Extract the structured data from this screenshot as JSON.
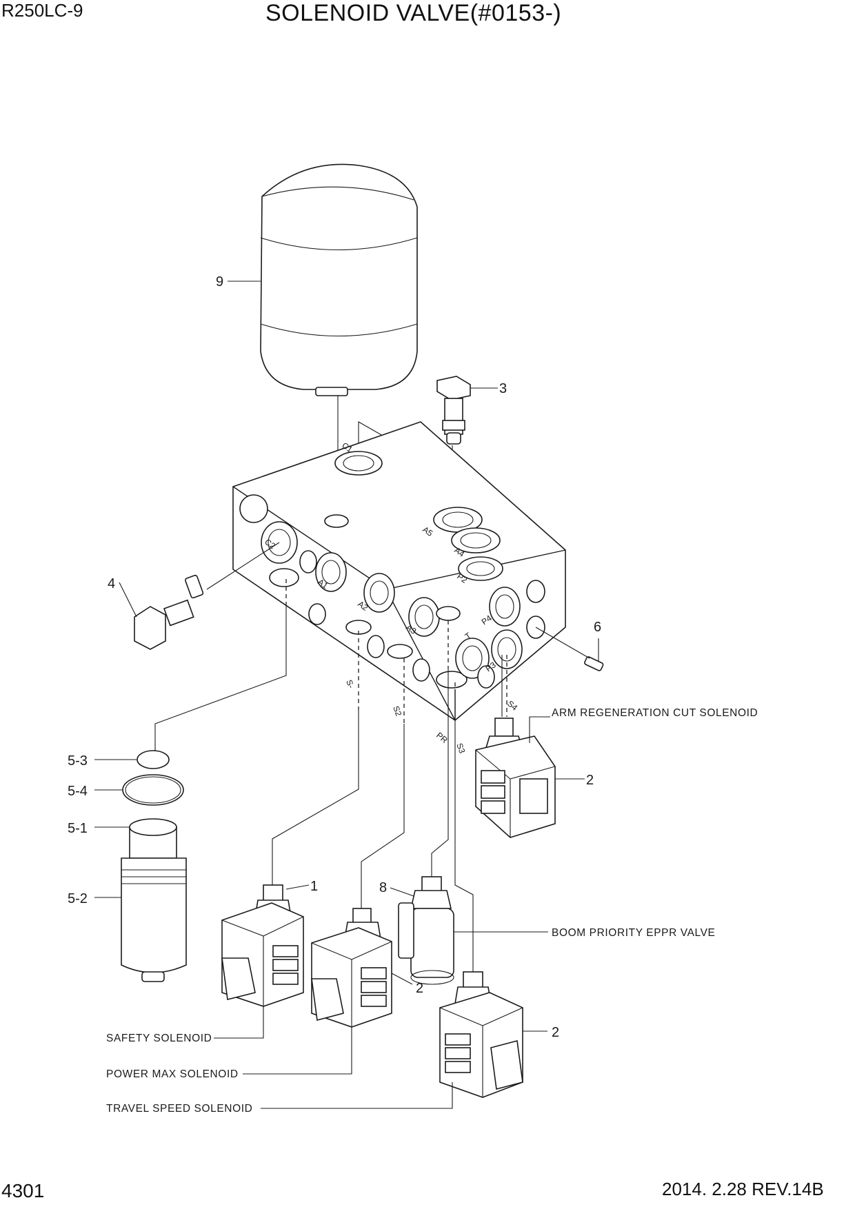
{
  "header": {
    "model": "R250LC-9",
    "title": "SOLENOID VALVE(#0153-)"
  },
  "footer": {
    "page_number": "4301",
    "revision": "2014. 2.28  REV.14B"
  },
  "callouts": {
    "c9": "9",
    "c3": "3",
    "c4": "4",
    "c6": "6",
    "c5_3": "5-3",
    "c5_4": "5-4",
    "c5_1": "5-1",
    "c5_2": "5-2",
    "c1": "1",
    "c8": "8",
    "c2_arm": "2",
    "c2_power": "2",
    "c2_travel": "2"
  },
  "descriptions": {
    "arm_regen": "ARM REGENERATION CUT SOLENOID",
    "boom_priority": "BOOM PRIORITY EPPR VALVE",
    "safety": "SAFETY SOLENOID",
    "power_max": "POWER MAX SOLENOID",
    "travel_speed": "TRAVEL SPEED SOLENOID"
  },
  "ports": {
    "c1": "C1",
    "c2": "C2",
    "a1": "A1",
    "a2": "A2",
    "a3": "A3",
    "a4": "A4",
    "a5": "A5",
    "p2": "P2",
    "p3": "P3",
    "p4": "P4",
    "t": "T",
    "s_minus": "S-",
    "s2": "S2",
    "s3": "S3",
    "s4": "S4",
    "pr": "PR"
  }
}
